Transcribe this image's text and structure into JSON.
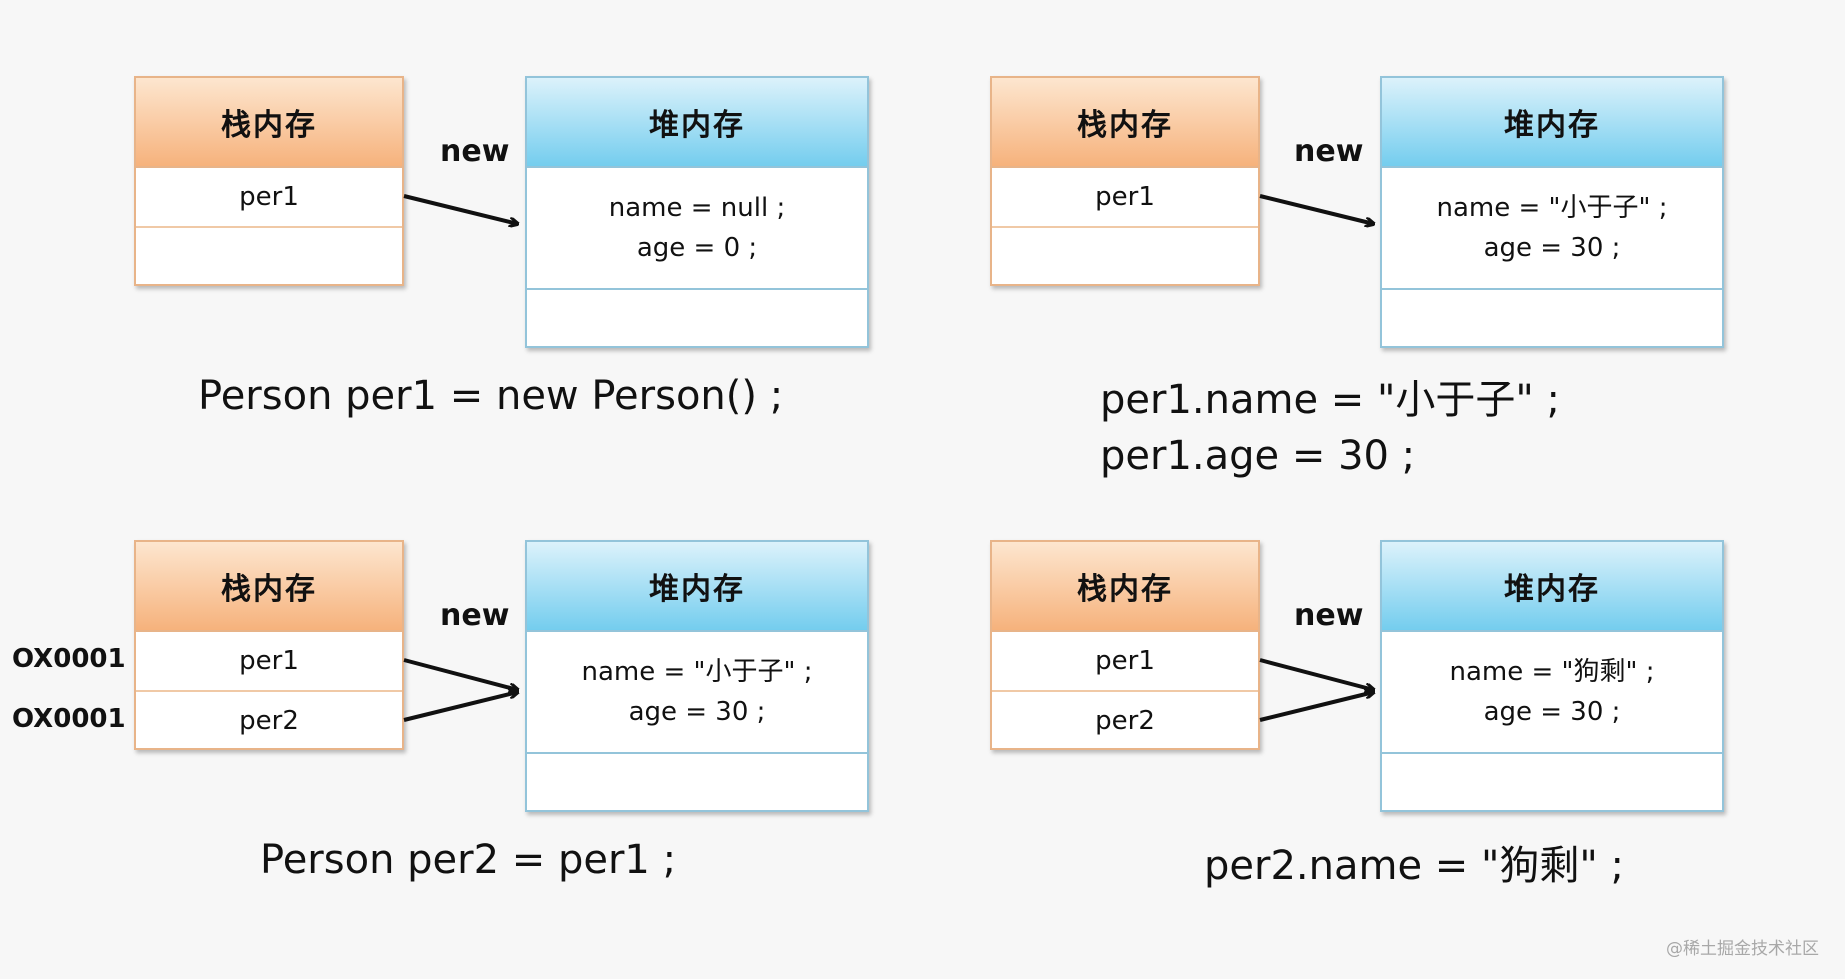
{
  "stack_title": "栈内存",
  "heap_title": "堆内存",
  "new_label": "new",
  "panels": [
    {
      "stack_rows": [
        "per1"
      ],
      "heap_lines": [
        "name = null ;",
        "age = 0 ;"
      ],
      "code": [
        "Person per1 = new Person() ;"
      ]
    },
    {
      "stack_rows": [
        "per1"
      ],
      "heap_lines": [
        "name = \"小于子\" ;",
        "age = 30 ;"
      ],
      "code": [
        "per1.name = \"小于子\" ;",
        "per1.age = 30 ;"
      ]
    },
    {
      "stack_rows": [
        "per1",
        "per2"
      ],
      "addresses": [
        "OX0001",
        "OX0001"
      ],
      "heap_lines": [
        "name = \"小于子\" ;",
        "age = 30 ;"
      ],
      "code": [
        "Person per2 = per1 ;"
      ]
    },
    {
      "stack_rows": [
        "per1",
        "per2"
      ],
      "heap_lines": [
        "name = \"狗剩\" ;",
        "age = 30 ;"
      ],
      "code": [
        "per2.name = \"狗剩\" ;"
      ]
    }
  ],
  "watermark": "@稀土掘金技术社区"
}
